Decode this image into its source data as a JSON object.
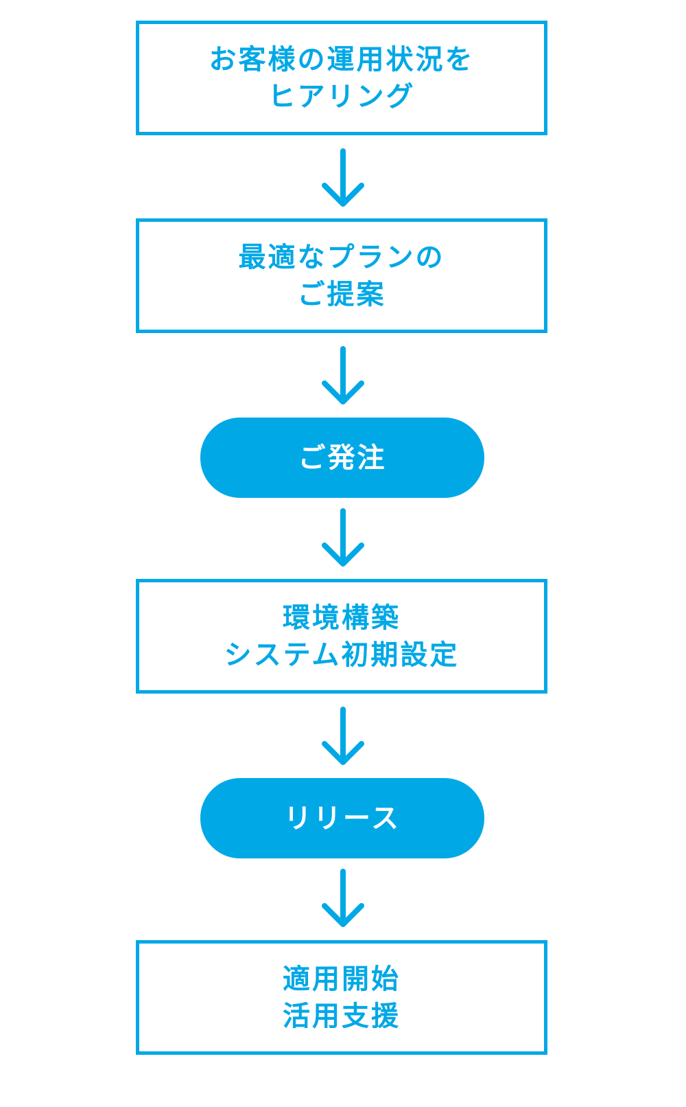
{
  "colors": {
    "accent": "#00a8e6",
    "background": "#ffffff",
    "pill_text": "#ffffff"
  },
  "steps": [
    {
      "kind": "box",
      "lines": [
        "お客様の運用状況を",
        "ヒアリング"
      ]
    },
    {
      "kind": "box",
      "lines": [
        "最適なプランの",
        "ご提案"
      ]
    },
    {
      "kind": "pill",
      "lines": [
        "ご発注"
      ]
    },
    {
      "kind": "box",
      "lines": [
        "環境構築",
        "システム初期設定"
      ]
    },
    {
      "kind": "pill",
      "lines": [
        "リリース"
      ]
    },
    {
      "kind": "box",
      "lines": [
        "適用開始",
        "活用支援"
      ]
    }
  ],
  "connectors": [
    {
      "icon": "arrow-down-icon"
    },
    {
      "icon": "arrow-down-icon"
    },
    {
      "icon": "arrow-down-icon"
    },
    {
      "icon": "arrow-down-icon"
    },
    {
      "icon": "arrow-down-icon"
    }
  ]
}
